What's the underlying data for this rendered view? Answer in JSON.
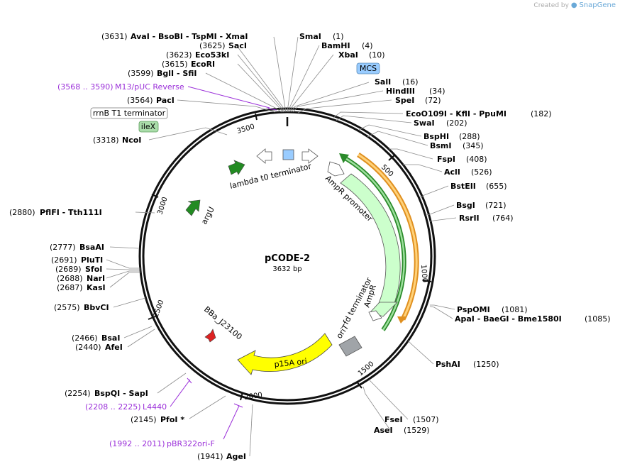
{
  "credit": {
    "prefix": "Created by",
    "brand": "SnapGene"
  },
  "plasmid": {
    "name": "pCODE-2",
    "length": "3632 bp"
  },
  "ticks": [
    "500",
    "1000",
    "1500",
    "2000",
    "2500",
    "3000",
    "3500"
  ],
  "top_sites": [
    {
      "pos": "(3631)",
      "names": "AvaI - BsoBI - TspMI - XmaI"
    },
    {
      "pos": "(3625)",
      "names": "SacI"
    },
    {
      "pos": "(3623)",
      "names": "Eco53kI"
    },
    {
      "pos": "(3615)",
      "names": "EcoRI"
    },
    {
      "pos": "(3599)",
      "names": "BglI - SfiI"
    },
    {
      "pos": "(3564)",
      "names": "PacI"
    },
    {
      "pos": "(3318)",
      "names": "NcoI"
    }
  ],
  "right_sites": [
    {
      "names": "SmaI",
      "pos": "(1)"
    },
    {
      "names": "BamHI",
      "pos": "(4)"
    },
    {
      "names": "XbaI",
      "pos": "(10)"
    },
    {
      "names": "SalI",
      "pos": "(16)"
    },
    {
      "names": "HindIII",
      "pos": "(34)"
    },
    {
      "names": "SpeI",
      "pos": "(72)"
    },
    {
      "names": "EcoO109I - KflI - PpuMI",
      "pos": "(182)"
    },
    {
      "names": "SwaI",
      "pos": "(202)"
    },
    {
      "names": "BspHI",
      "pos": "(288)"
    },
    {
      "names": "BsmI",
      "pos": "(345)"
    },
    {
      "names": "FspI",
      "pos": "(408)"
    },
    {
      "names": "AclI",
      "pos": "(526)"
    },
    {
      "names": "BstEII",
      "pos": "(655)"
    },
    {
      "names": "BsgI",
      "pos": "(721)"
    },
    {
      "names": "RsrII",
      "pos": "(764)"
    },
    {
      "names": "PspOMI",
      "pos": "(1081)"
    },
    {
      "names": "ApaI - BaeGI - Bme1580I",
      "pos": "(1085)"
    },
    {
      "names": "PshAI",
      "pos": "(1250)"
    },
    {
      "names": "FseI",
      "pos": "(1507)"
    },
    {
      "names": "AseI",
      "pos": "(1529)"
    }
  ],
  "left_sites": [
    {
      "pos": "(2880)",
      "names": "PflFI - Tth111I"
    },
    {
      "pos": "(2777)",
      "names": "BsaAI"
    },
    {
      "pos": "(2691)",
      "names": "PluTI"
    },
    {
      "pos": "(2689)",
      "names": "SfoI"
    },
    {
      "pos": "(2688)",
      "names": "NarI"
    },
    {
      "pos": "(2687)",
      "names": "KasI"
    },
    {
      "pos": "(2575)",
      "names": "BbvCI"
    },
    {
      "pos": "(2466)",
      "names": "BsaI"
    },
    {
      "pos": "(2440)",
      "names": "AfeI"
    },
    {
      "pos": "(2254)",
      "names": "BspQI - SapI"
    },
    {
      "pos": "(2145)",
      "names": "PfoI *"
    },
    {
      "pos": "(1941)",
      "names": "AgeI"
    }
  ],
  "primers": [
    {
      "pos": "(3568 .. 3590)",
      "name": "M13/pUC Reverse"
    },
    {
      "pos": "(2208 .. 2225)",
      "name": "L4440"
    },
    {
      "pos": "(1992 .. 2011)",
      "name": "pBR322ori-F"
    }
  ],
  "boxed_features": {
    "mcs": "MCS",
    "rrnb": "rrnB T1 terminator",
    "ilex": "ileX"
  },
  "features": {
    "lambda": "lambda t0 terminator",
    "ampr_promoter": "AmpR promoter",
    "argu": "argU",
    "ampr": "AmpR",
    "fd": "fd terminator",
    "orit": "oriT",
    "bba": "BBa_J23100",
    "p15a": "p15A ori"
  },
  "colors": {
    "ampr_fill": "#ccffcc",
    "ori_fill": "#ffff00",
    "green_feature": "#228b22",
    "red_feature": "#dd2222",
    "orit_fill": "#a0a4a8",
    "mcs_fill": "#99ccff",
    "ilex_fill": "#aaddaa",
    "primer": "#9b30d9"
  }
}
